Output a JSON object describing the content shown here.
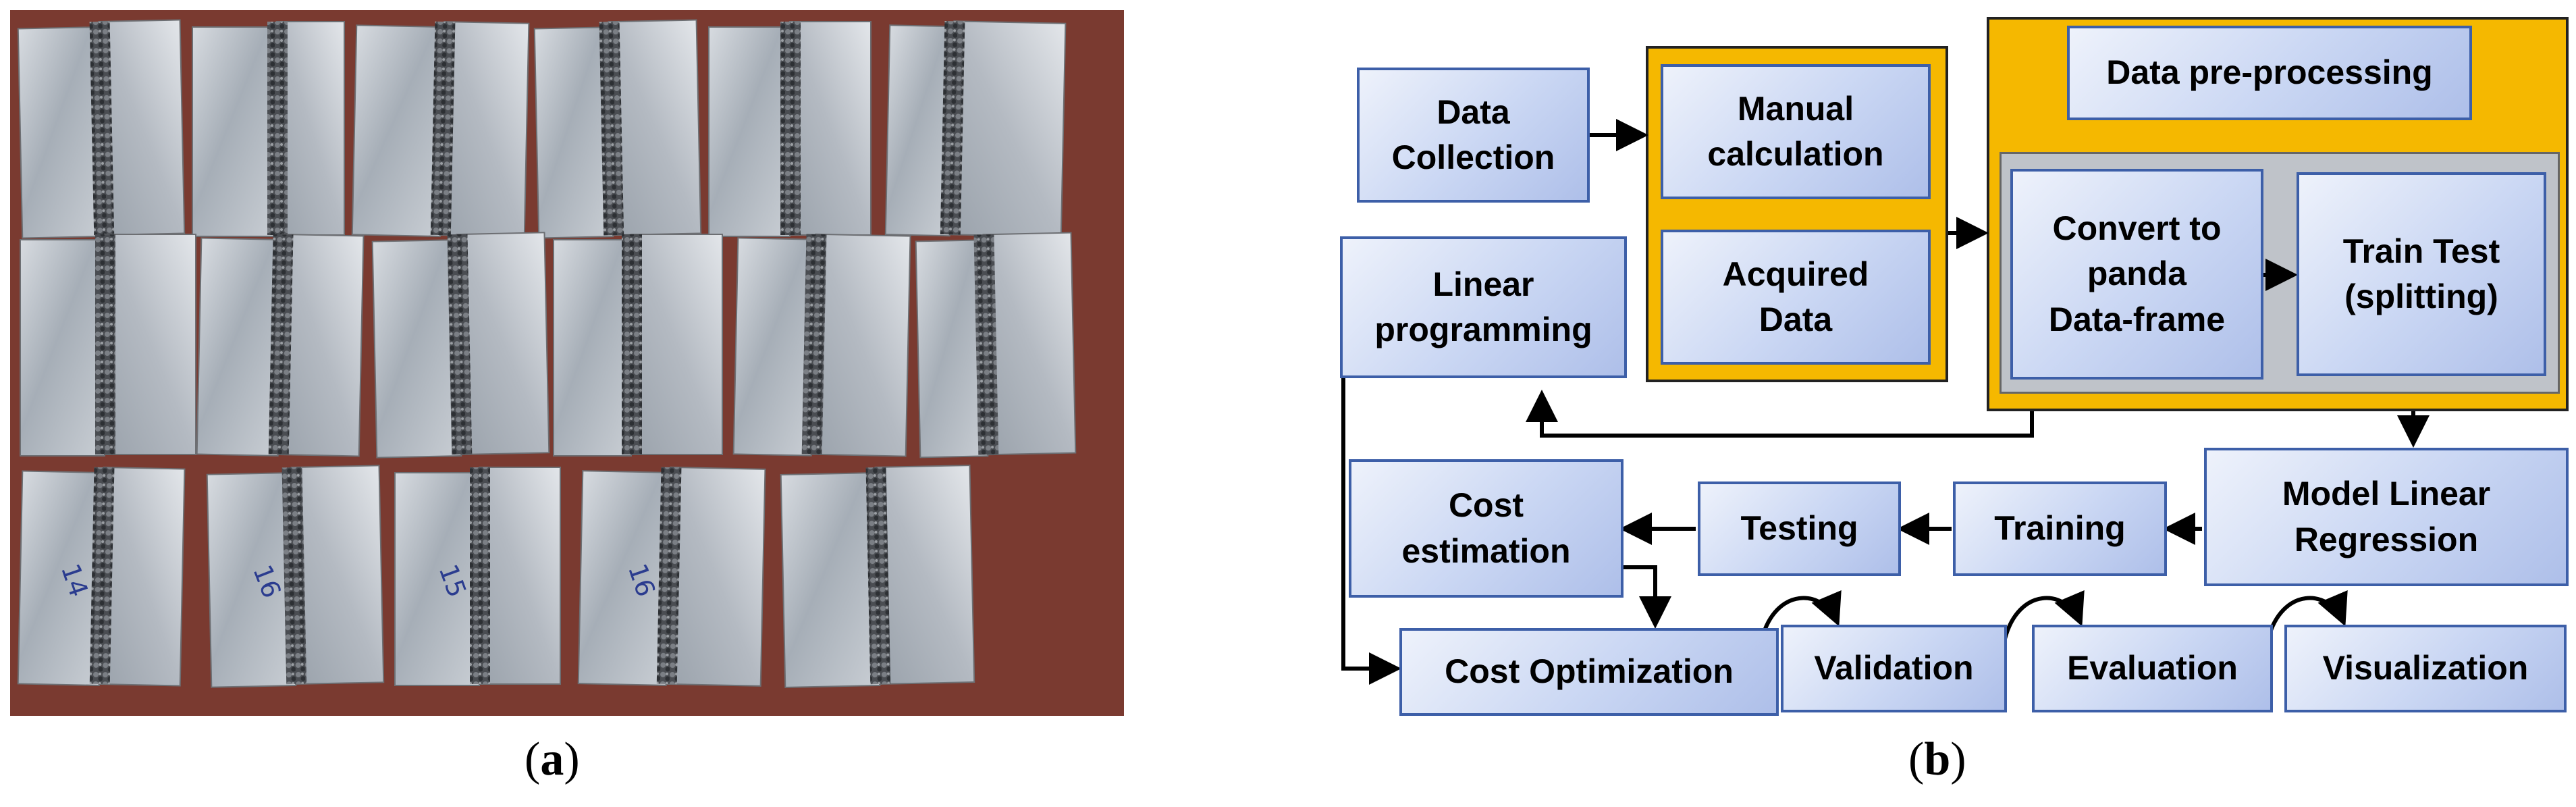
{
  "captions": {
    "a": "a",
    "b": "b"
  },
  "flowchart": {
    "data_collection": "Data\nCollection",
    "manual_calculation": "Manual\ncalculation",
    "acquired_data": "Acquired\nData",
    "data_preprocessing": "Data pre-processing",
    "convert_to_panda": "Convert to\npanda\nData-frame",
    "train_test_split": "Train Test\n(splitting)",
    "linear_programming": "Linear\nprogramming",
    "model_linear_regression": "Model Linear\nRegression",
    "training": "Training",
    "testing": "Testing",
    "cost_estimation": "Cost\nestimation",
    "cost_optimization": "Cost Optimization",
    "validation": "Validation",
    "evaluation": "Evaluation",
    "visualization": "Visualization"
  },
  "photo": {
    "plate_labels": [
      "",
      "",
      "",
      "",
      "",
      "",
      "",
      "",
      "",
      "",
      "",
      "",
      "14",
      "16",
      "15",
      "16",
      "",
      ""
    ]
  }
}
